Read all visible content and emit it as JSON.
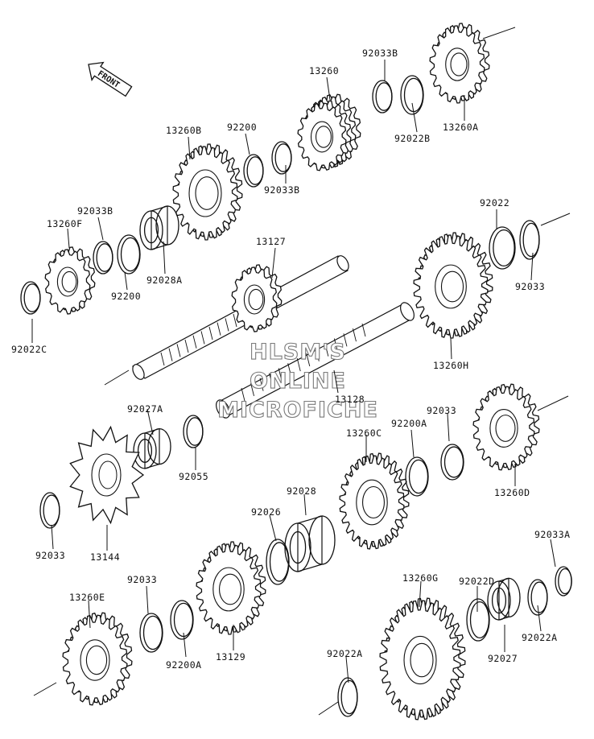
{
  "colors": {
    "line": "#111111",
    "background": "#ffffff",
    "watermark": "#7a7a7a"
  },
  "front_arrow_label": "FRONT",
  "watermark_lines": [
    "HLSM'S",
    "ONLINE",
    "MICROFICHE"
  ],
  "parts": {
    "p_13260A": "13260A",
    "p_92022B": "92022B",
    "p_92033B_top": "92033B",
    "p_13260": "13260",
    "p_92033B_mid": "92033B",
    "p_92200_top": "92200",
    "p_13260B": "13260B",
    "p_92028A": "92028A",
    "p_92033B_left": "92033B",
    "p_13260F": "13260F",
    "p_92200_left": "92200",
    "p_92022C": "92022C",
    "p_13127": "13127",
    "p_92022_right": "92022",
    "p_92033_right": "92033",
    "p_13260H": "13260H",
    "p_13128": "13128",
    "p_92027A": "92027A",
    "p_92055": "92055",
    "p_92033_left": "92033",
    "p_13144": "13144",
    "p_92028": "92028",
    "p_92026": "92026",
    "p_13260C": "13260C",
    "p_92200A_mid": "92200A",
    "p_92033_mid": "92033",
    "p_13260D": "13260D",
    "p_13260E": "13260E",
    "p_92033_bottom": "92033",
    "p_92200A_bottom": "92200A",
    "p_13129": "13129",
    "p_13260G": "13260G",
    "p_92022D": "92022D",
    "p_92033A": "92033A",
    "p_92022A_right": "92022A",
    "p_92027": "92027",
    "p_92022A_bottom": "92022A"
  }
}
